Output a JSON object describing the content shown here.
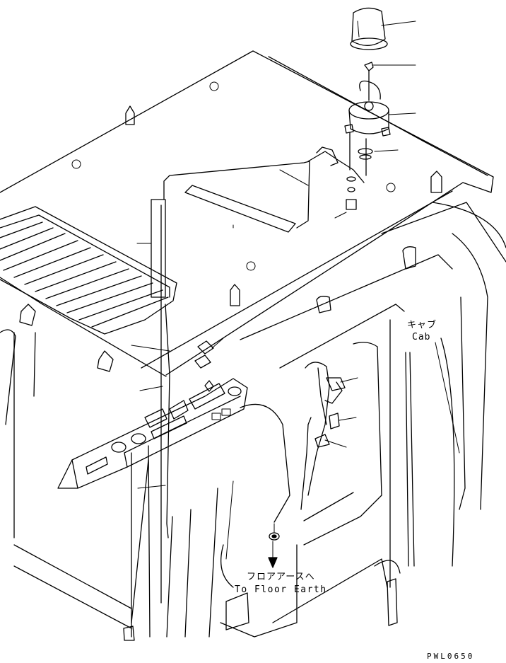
{
  "labels": {
    "cab_jp": "キャブ",
    "cab_en": "Cab",
    "floor_earth_jp": "フロアアースへ",
    "floor_earth_en": "To Floor Earth",
    "drawing_code": "PWL0650"
  }
}
